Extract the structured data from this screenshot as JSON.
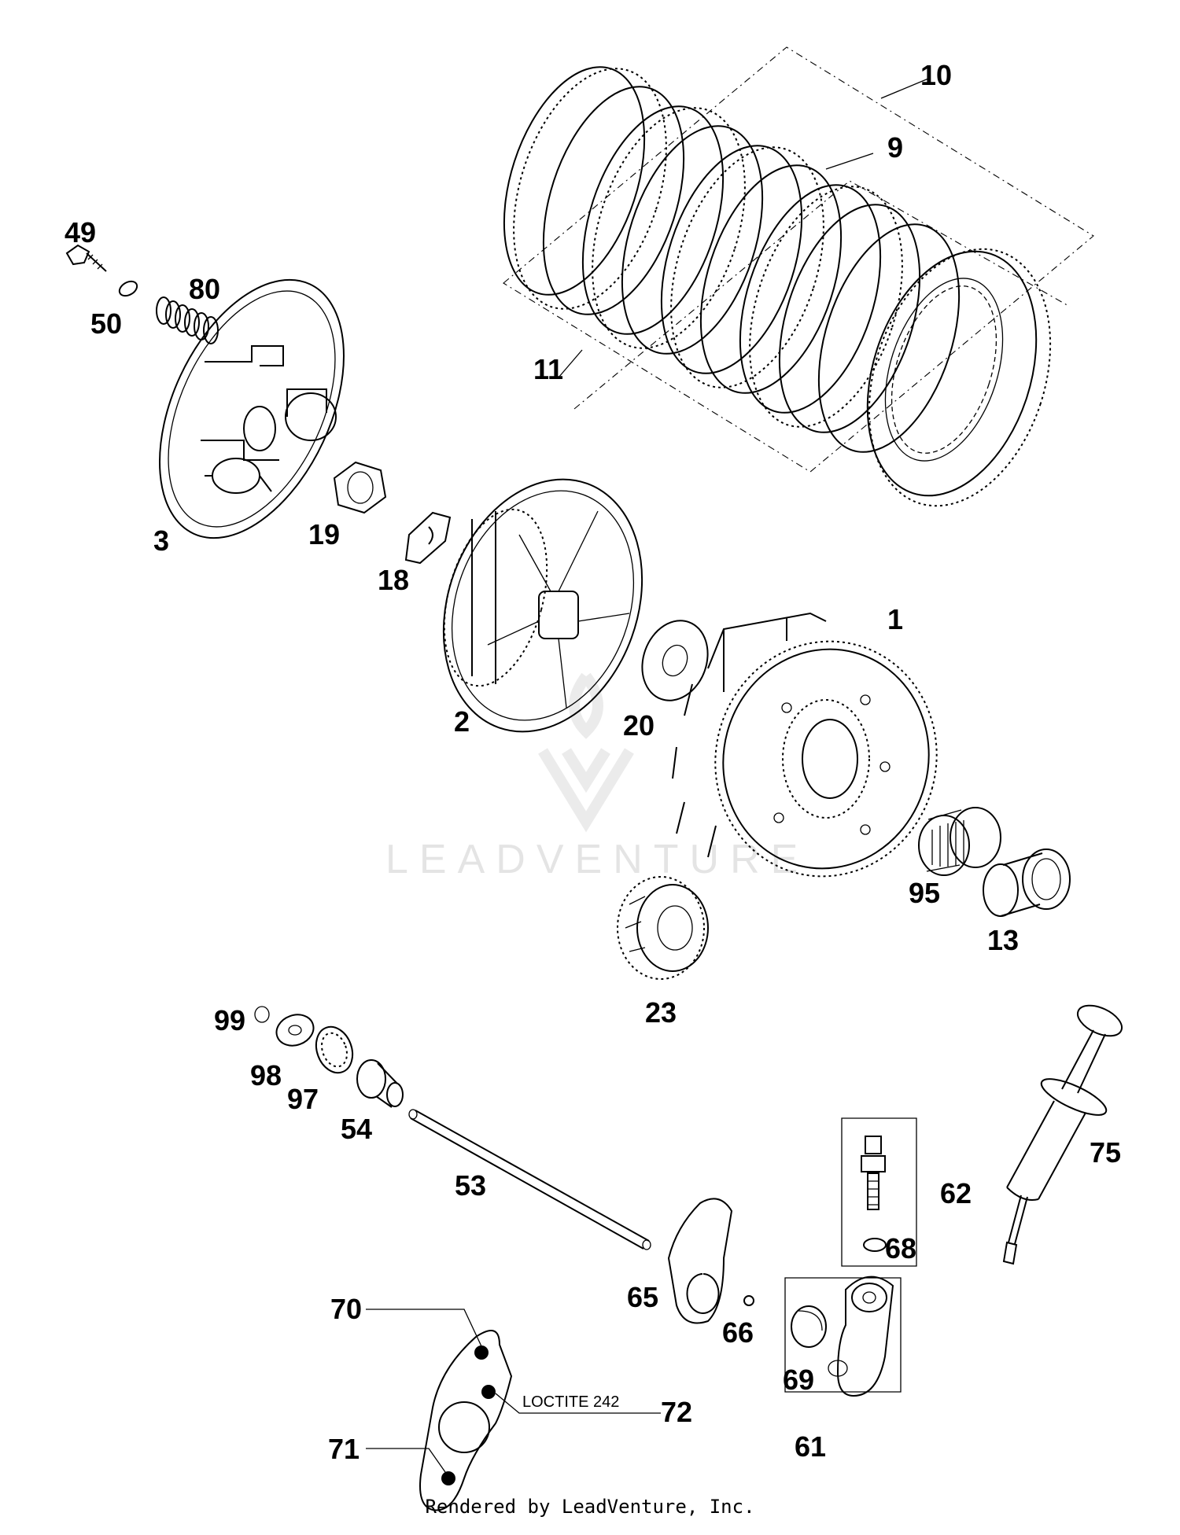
{
  "callouts": {
    "p1": "1",
    "p2": "2",
    "p3": "3",
    "p9": "9",
    "p10": "10",
    "p11": "11",
    "p13": "13",
    "p18": "18",
    "p19": "19",
    "p20": "20",
    "p23": "23",
    "p49": "49",
    "p50": "50",
    "p53": "53",
    "p54": "54",
    "p61": "61",
    "p62": "62",
    "p65": "65",
    "p66": "66",
    "p68": "68",
    "p69": "69",
    "p70": "70",
    "p71": "71",
    "p72": "72",
    "p75": "75",
    "p80": "80",
    "p95": "95",
    "p97": "97",
    "p98": "98",
    "p99": "99"
  },
  "annotation": "LOCTITE 242",
  "watermark": "LEADVENTURE",
  "footer": "Rendered by LeadVenture, Inc."
}
